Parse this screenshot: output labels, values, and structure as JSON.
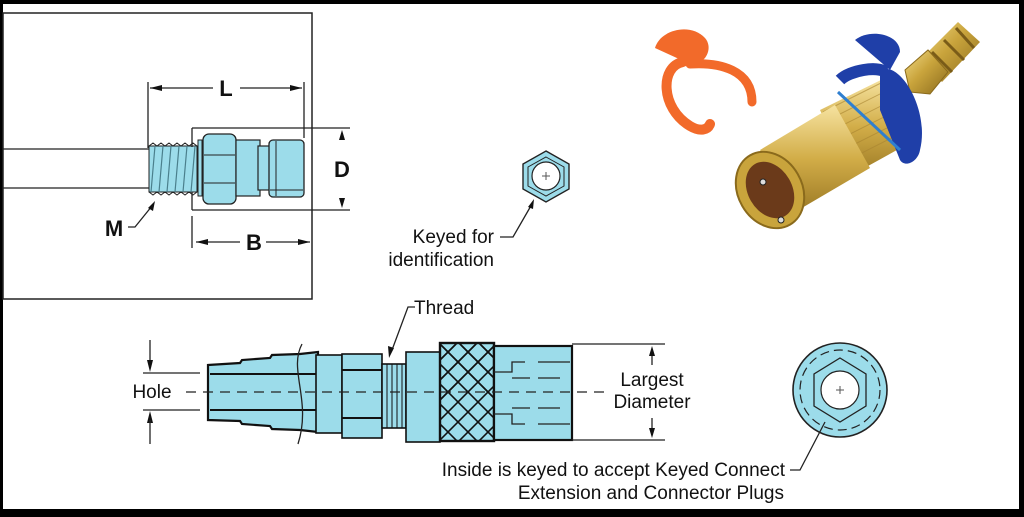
{
  "figure": {
    "title": "Keyed quick-connect coupling dimensions",
    "colors": {
      "part_fill": "#9cdcea",
      "outline": "#111111",
      "frame": "#000000",
      "background": "#ffffff",
      "brass": "#c9a43c",
      "blue_ring": "#1f3fa8",
      "orange_clip": "#f26a2a"
    }
  },
  "top_left_drawing": {
    "dimension_labels": {
      "length": "L",
      "diameter": "D",
      "body_length": "B",
      "thread": "M"
    }
  },
  "keyed_detail": {
    "label_line1": "Keyed for",
    "label_line2": "identification"
  },
  "bottom_drawing": {
    "thread_label": "Thread",
    "hole_label": "Hole",
    "largest_diameter_line1": "Largest",
    "largest_diameter_line2": "Diameter",
    "inside_note_line1": "Inside is keyed to accept Keyed Connect",
    "inside_note_line2": "Extension and Connector Plugs"
  },
  "photo": {
    "description": "Brass keyed quick-disconnect socket with blue color-coding clip and spare orange clip"
  }
}
